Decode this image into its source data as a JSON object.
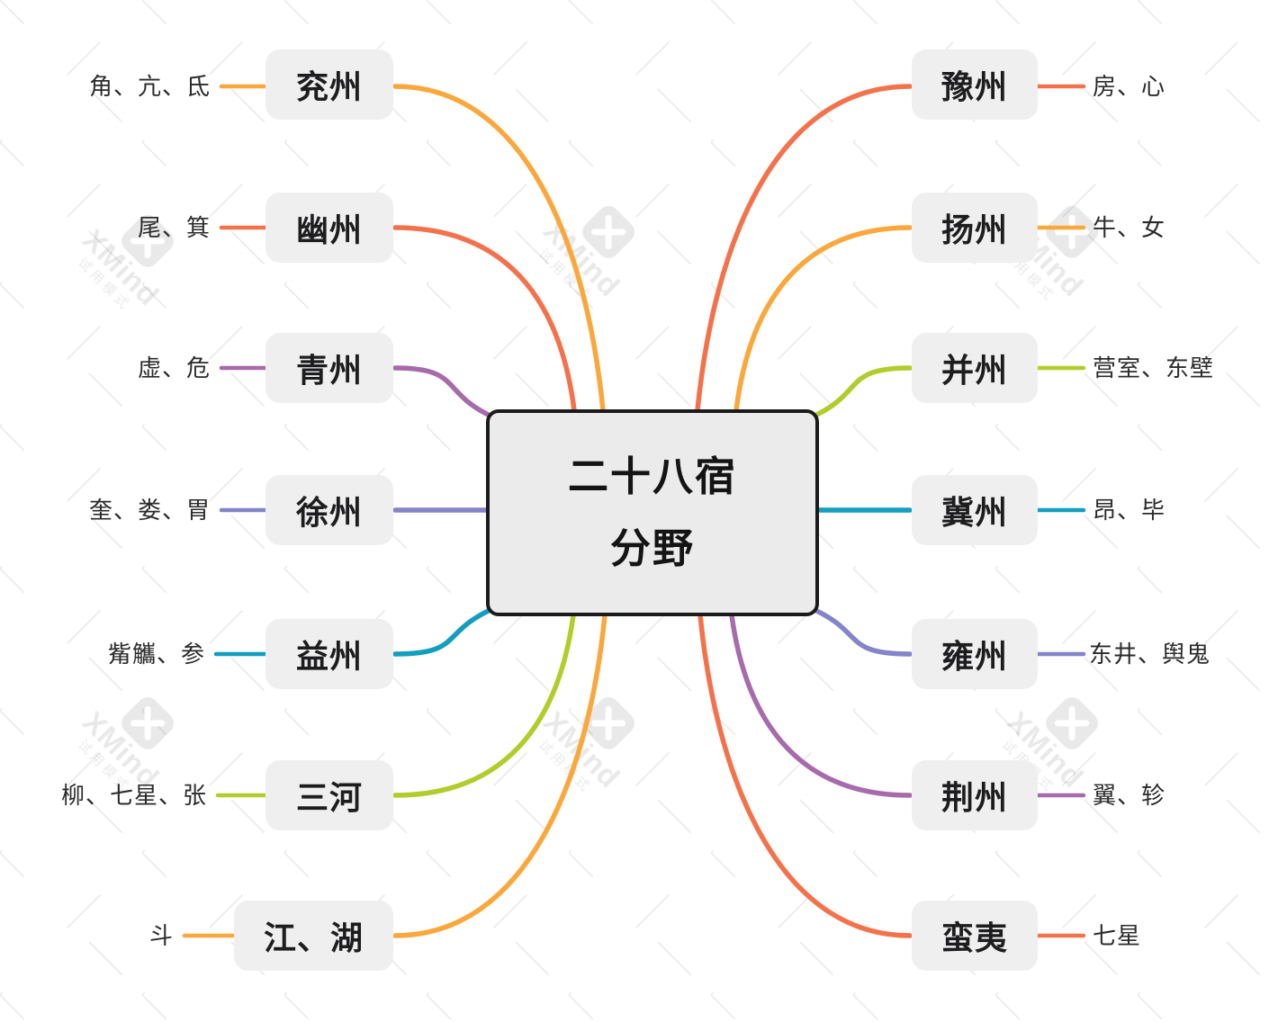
{
  "root": {
    "title_line1": "二十八宿",
    "title_line2": "分野"
  },
  "left_branches": [
    {
      "label": "兖州",
      "leaf": "角、亢、氐",
      "color": "#FAA73C"
    },
    {
      "label": "幽州",
      "leaf": "尾、箕",
      "color": "#F3724B"
    },
    {
      "label": "青州",
      "leaf": "虚、危",
      "color": "#A76BAC"
    },
    {
      "label": "徐州",
      "leaf": "奎、娄、胃",
      "color": "#8384C9"
    },
    {
      "label": "益州",
      "leaf": "觜觿、参",
      "color": "#129EBE"
    },
    {
      "label": "三河",
      "leaf": "柳、七星、张",
      "color": "#B2CC2C"
    },
    {
      "label": "江、湖",
      "leaf": "斗",
      "color": "#FAA73C"
    }
  ],
  "right_branches": [
    {
      "label": "豫州",
      "leaf": "房、心",
      "color": "#F3724B"
    },
    {
      "label": "扬州",
      "leaf": "牛、女",
      "color": "#FAA73C"
    },
    {
      "label": "并州",
      "leaf": "营室、东壁",
      "color": "#B2CC2C"
    },
    {
      "label": "冀州",
      "leaf": "昂、毕",
      "color": "#129EBE"
    },
    {
      "label": "雍州",
      "leaf": "东井、舆鬼",
      "color": "#8384C9"
    },
    {
      "label": "荆州",
      "leaf": "翼、轸",
      "color": "#A76BAC"
    },
    {
      "label": "蛮夷",
      "leaf": "七星",
      "color": "#F3724B"
    }
  ],
  "watermark": {
    "brand": "XMind",
    "subtitle": "试用模式"
  }
}
